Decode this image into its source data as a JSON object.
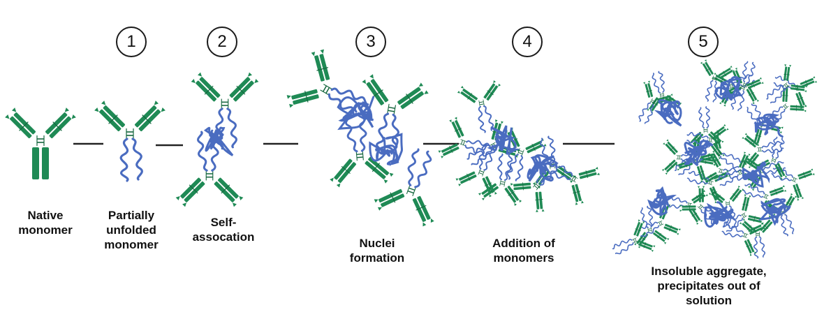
{
  "steps": [
    {
      "number": "1"
    },
    {
      "number": "2"
    },
    {
      "number": "3"
    },
    {
      "number": "4"
    },
    {
      "number": "5"
    }
  ],
  "labels": {
    "native": "Native\nmonomer",
    "partial": "Partially\nunfolded\nmonomer",
    "self": "Self-\nassocation",
    "nuclei": "Nuclei\nformation",
    "addition": "Addition of\nmonomers",
    "insoluble": "Insoluble aggregate,\nprecipitates out of\nsolution"
  },
  "colors": {
    "antibody": "#1f8a55",
    "antibody_dark": "#14663d",
    "unfolded": "#4a6cc0",
    "connector": "#222222"
  }
}
